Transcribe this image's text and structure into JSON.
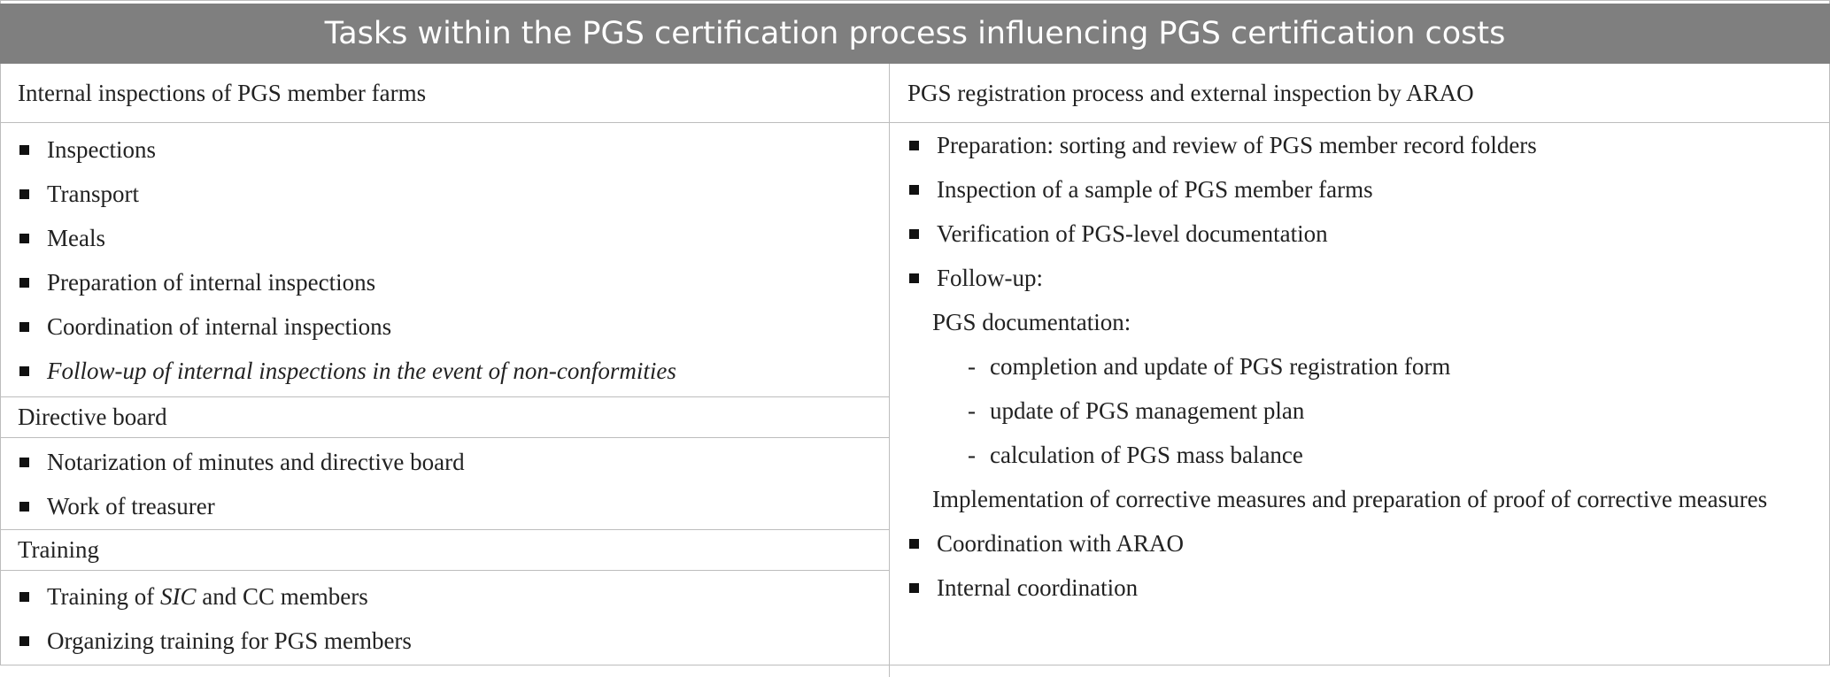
{
  "title": "Tasks within the PGS certification process influencing PGS certification costs",
  "left": {
    "header": "Internal inspections of PGS member farms",
    "internal_items": [
      "Inspections",
      "Transport",
      "Meals",
      "Preparation of internal inspections",
      "Coordination of internal inspections",
      "Follow-up of internal inspections in the event of non-conformities"
    ],
    "directive_board": {
      "heading": "Directive board",
      "items": [
        "Notarization of minutes and directive board",
        "Work of treasurer"
      ]
    },
    "training": {
      "heading": "Training",
      "item1_pre": "Training of ",
      "item1_ital": "SIC",
      "item1_post": " and CC members",
      "item2": "Organizing training for PGS members"
    }
  },
  "right": {
    "header": "PGS registration process and external inspection by ARAO",
    "items": [
      "Preparation: sorting and review of PGS member record folders",
      "Inspection of a sample of PGS member farms",
      "Verification of PGS-level documentation",
      "Follow-up:"
    ],
    "doc_heading": "PGS documentation:",
    "dash_marker": "-",
    "dash_items": [
      "completion and update of PGS registration form",
      "update of PGS management plan",
      "calculation of PGS mass balance"
    ],
    "corrective": "Implementation of corrective measures and preparation of proof of corrective measures",
    "tail_items": [
      "Coordination with ARAO",
      "Internal coordination"
    ]
  }
}
